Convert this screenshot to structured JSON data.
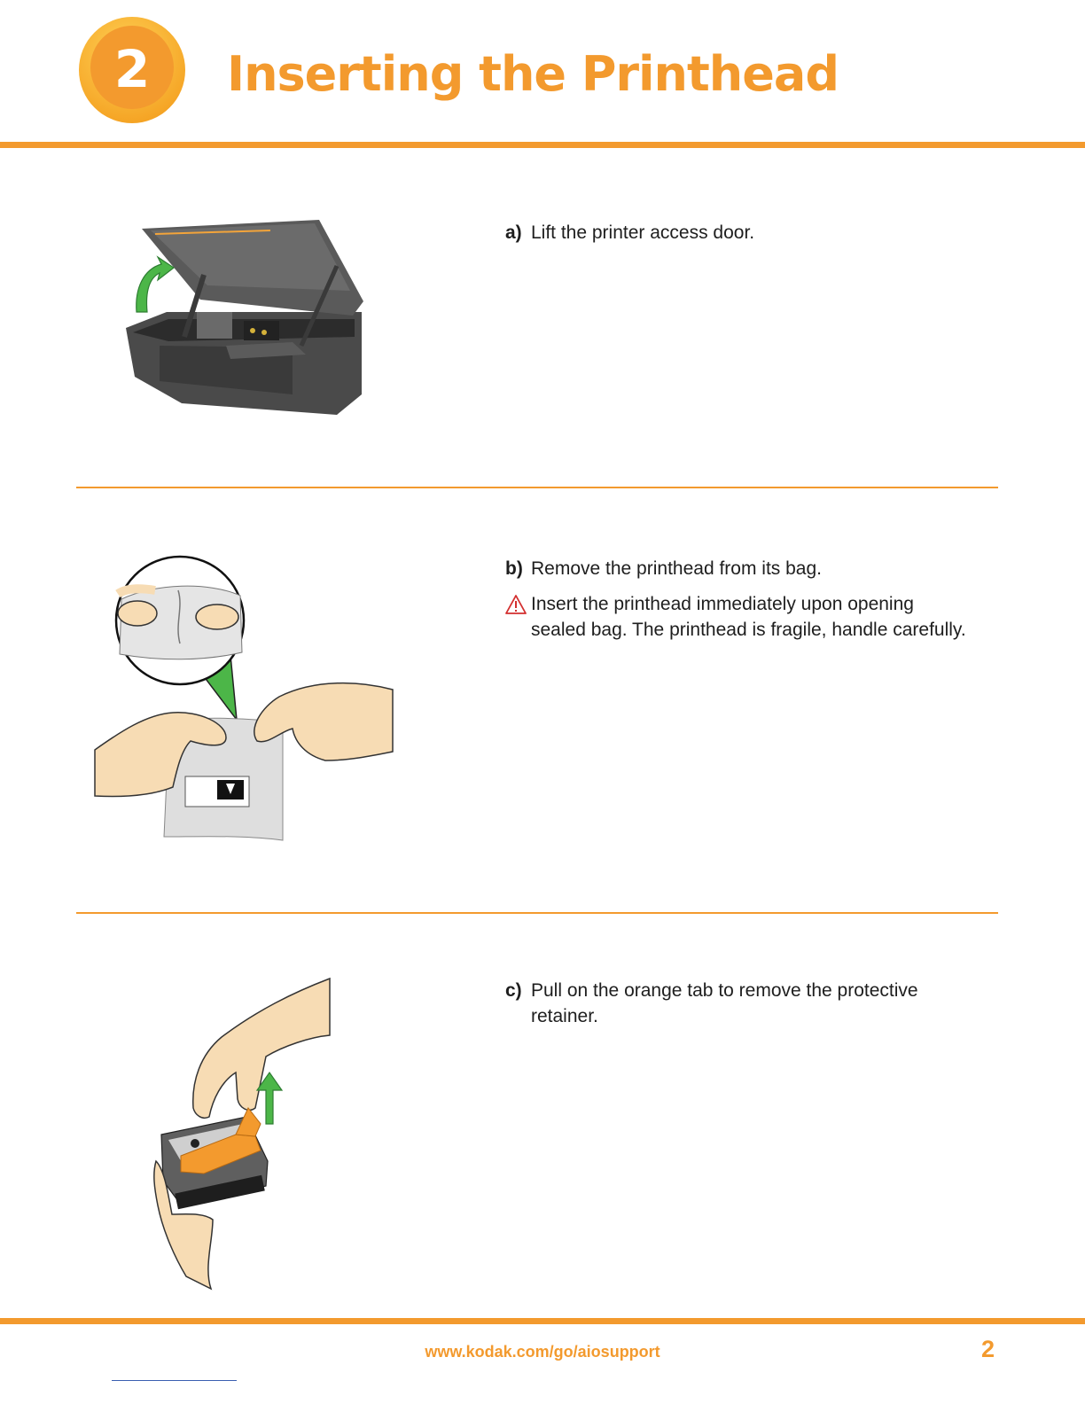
{
  "header": {
    "step_number": "2",
    "title": "Inserting the Printhead"
  },
  "steps": [
    {
      "letter": "a)",
      "text": "Lift the printer access door."
    },
    {
      "letter": "b)",
      "text": "Remove the printhead from its bag."
    },
    {
      "letter": "c)",
      "text": "Pull on the orange tab to remove the protective retainer."
    }
  ],
  "warning": {
    "icon": "warning-triangle-icon",
    "text": "Insert the printhead immediately upon opening sealed bag. The printhead is fragile, handle carefully."
  },
  "footer": {
    "url": "www.kodak.com/go/aiosupport",
    "page_number": "2"
  },
  "colors": {
    "accent": "#f39a2e",
    "arrow_green": "#4cb648",
    "warning_red": "#d32f2f",
    "skin": "#f7dcb4"
  }
}
